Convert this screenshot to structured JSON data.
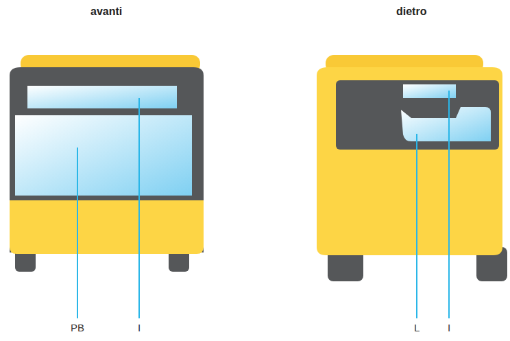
{
  "diagram": {
    "labels": [
      "avanti",
      "dietro",
      "PB",
      "I",
      "L",
      "I"
    ]
  }
}
